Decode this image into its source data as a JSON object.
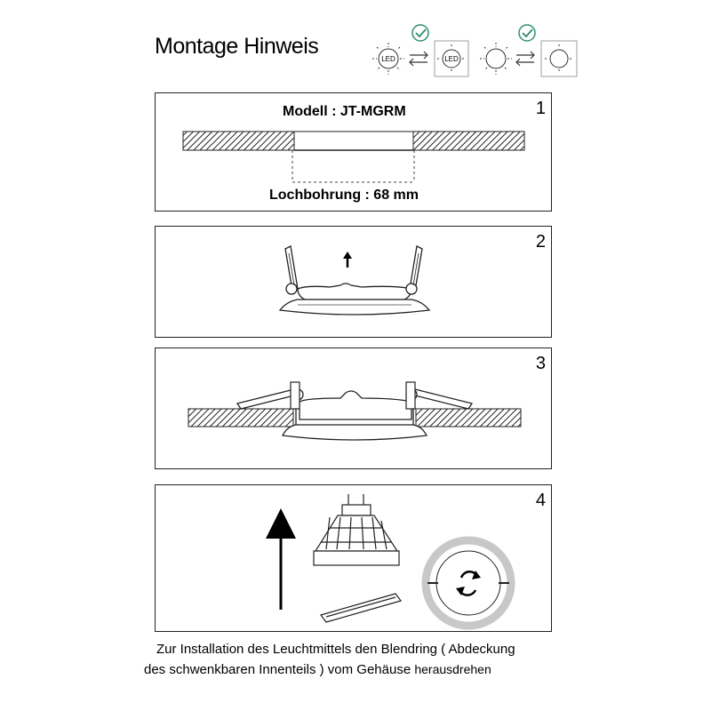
{
  "header": {
    "title": "Montage Hinweis",
    "icon_led_label_a": "LED",
    "icon_led_label_b": "LED"
  },
  "steps": [
    {
      "number": "1",
      "model_label": "Modell : JT-MGRM",
      "hole_label": "Lochbohrung : 68 mm"
    },
    {
      "number": "2"
    },
    {
      "number": "3"
    },
    {
      "number": "4"
    }
  ],
  "caption": {
    "line1": "Zur Installation des Leuchtmittels den Blendring ( Abdeckung",
    "line2_a": "des schwenkbaren Innenteils ) vom Gehäuse",
    "line2_b": "herausdrehen"
  },
  "colors": {
    "check": "#2f8f6f",
    "ring": "#c8c8c8",
    "line": "#222222"
  }
}
